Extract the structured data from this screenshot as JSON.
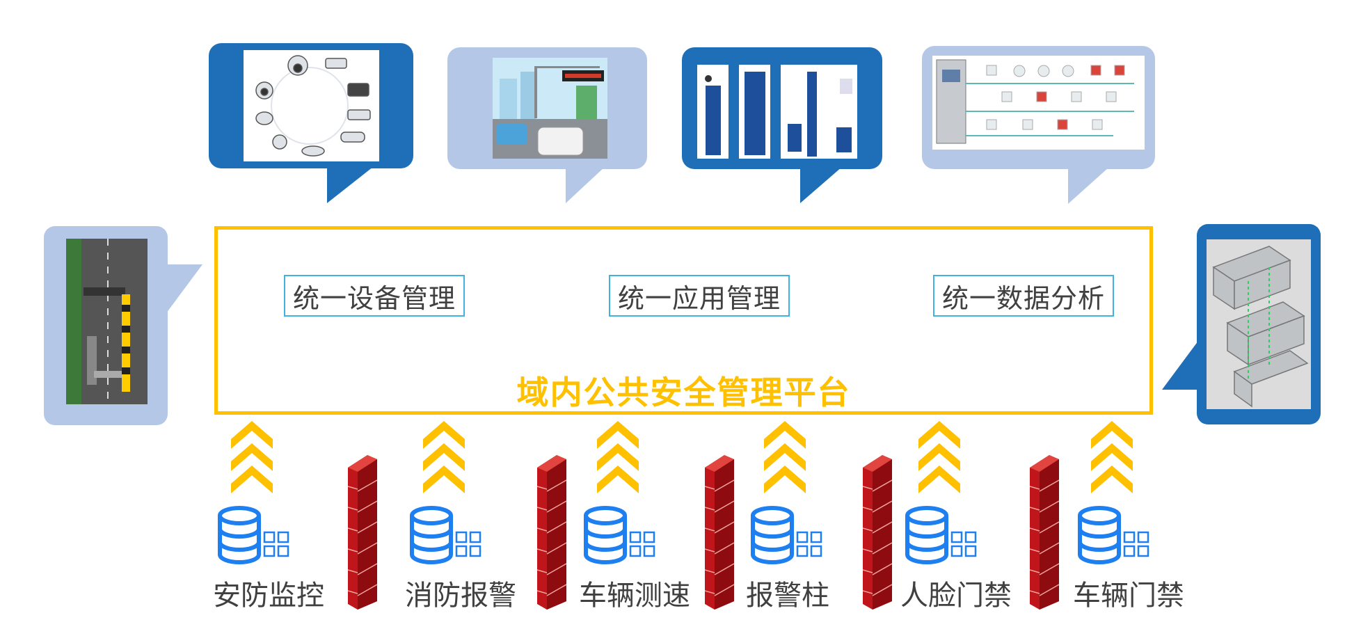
{
  "platform": {
    "title": "域内公共安全管理平台",
    "functions": [
      "统一设备管理",
      "统一应用管理",
      "统一数据分析"
    ]
  },
  "systems": [
    {
      "label": "安防监控"
    },
    {
      "label": "消防报警"
    },
    {
      "label": "车辆测速"
    },
    {
      "label": "报警柱"
    },
    {
      "label": "人脸门禁"
    },
    {
      "label": "车辆门禁"
    }
  ],
  "colors": {
    "platform_border": "#ffc000",
    "function_border": "#3fb2e0",
    "bubble_dark": "#1f6fb8",
    "bubble_light": "#b4c7e7",
    "arrow": "#ffc000",
    "database": "#1e7ff0",
    "firewall": "#c0151b"
  },
  "icons": [
    "camera-collection-image",
    "traffic-camera-image",
    "alarm-pillar-image",
    "fire-alarm-diagram-image",
    "parking-gate-image",
    "turnstile-image",
    "database-icon",
    "firewall-icon",
    "chevron-up-icon"
  ]
}
